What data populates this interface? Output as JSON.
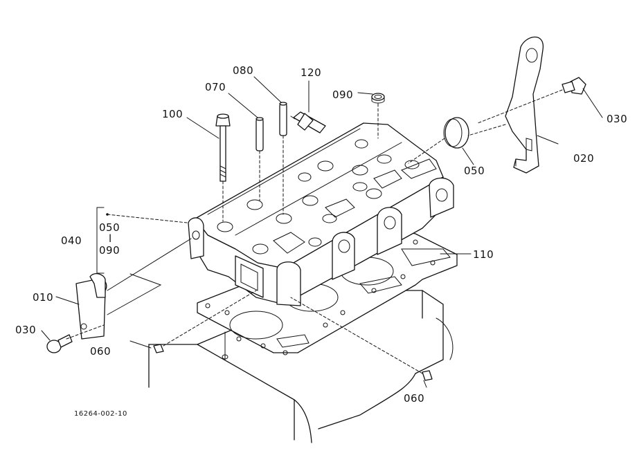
{
  "callouts": {
    "p100": "100",
    "p070": "070",
    "p080": "080",
    "p120": "120",
    "p090_top": "090",
    "p030_right": "030",
    "p020": "020",
    "p050": "050",
    "p110": "110",
    "p040": "040",
    "p040_from": "050",
    "p040_sep": "l",
    "p040_to": "090",
    "p010": "010",
    "p030_left": "030",
    "p060_left": "060",
    "p060_right": "060"
  },
  "drawing_code": "16264-002-10"
}
